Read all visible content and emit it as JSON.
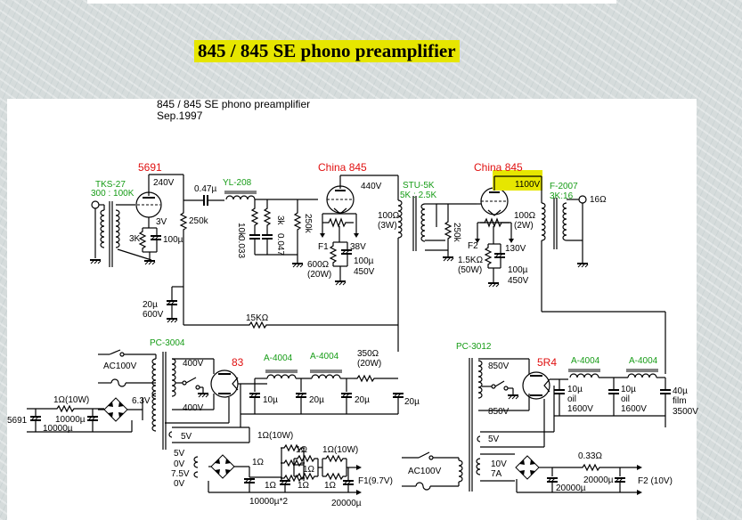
{
  "page_title": "845 / 845 SE phono preamplifier",
  "schematic": {
    "title": "845 / 845 SE phono preamplifier",
    "date": "Sep.1997",
    "highlight_color": "#e6e600",
    "tube_label_color": "#e01010",
    "transformer_label_color": "#169c16",
    "amp": {
      "input_transformer": {
        "model": "TKS-27",
        "ratio": "300 : 100K"
      },
      "tube1": {
        "name": "5691",
        "plate_v": "240V",
        "cathode_v": "3V",
        "rk": "3K",
        "ck": "100µ",
        "rg": "250k"
      },
      "coupling_cap": "0.47µ",
      "choke": "YL-208",
      "eq_r1": "10k",
      "eq_c1": "0.033",
      "eq_r2": "3k",
      "eq_c2": "0.047",
      "eq_rg": "250k",
      "tube2": {
        "name": "China 845",
        "plate_v": "440V",
        "filament": "F1",
        "bias_v": "38V",
        "rk": "600Ω",
        "rk_w": "(20W)",
        "ck": "100µ",
        "ck_v": "450V"
      },
      "hum_pot": "100Ω",
      "hum_pot_w": "(3W)",
      "interstage": {
        "model": "STU-5K",
        "ratio": "5K : 2.5K"
      },
      "rg3": "250k",
      "tube3": {
        "name": "China 845",
        "plate_v": "1100V",
        "filament": "F2",
        "bias_v": "130V",
        "rk": "1.5KΩ",
        "rk_w": "(50W)",
        "ck": "100µ",
        "ck_v": "450V"
      },
      "hum_pot2": "100Ω",
      "hum_pot2_w": "(2W)",
      "output_transformer": {
        "model": "F-2007",
        "ratio": "3K:16"
      },
      "output_label": "16Ω",
      "dec_cap": "20µ",
      "dec_cap_v": "600V",
      "dec_res": "15KΩ"
    },
    "psu1": {
      "transformer": "PC-3004",
      "ac": "AC100V",
      "sec_hi": "400V",
      "sec_lo": "400V",
      "heater": "6.3V",
      "rect_fil": "5V",
      "fil_out_hi": "5V",
      "fil_out_0": "0V",
      "fil_out_75": "7.5V",
      "fil_out_02": "0V",
      "rectifier": "83",
      "choke1": "A-4004",
      "choke2": "A-4004",
      "caps": [
        "10µ",
        "20µ",
        "20µ",
        "20µ"
      ],
      "res": "350Ω",
      "res_w": "(20W)",
      "tube1_supply": {
        "label": "5691",
        "r": "1Ω(10W)",
        "c1": "10000µ",
        "c2": "10000µ"
      },
      "f1_supply": {
        "r_top": "1Ω(10W)",
        "r_a": "1Ω",
        "r_b": "1Ω",
        "r_c": "1Ω",
        "r_d": "1Ω",
        "r_e": "1Ω(10W)",
        "r_f": "1Ω",
        "r_g": "1Ω",
        "c1": "10000µ*2",
        "c2": "20000µ",
        "out": "F1(9.7V)"
      }
    },
    "psu2": {
      "transformer": "PC-3012",
      "ac": "AC100V",
      "sec_hi": "850V",
      "sec_lo": "850V",
      "rect_fil": "5V",
      "fil": "10V",
      "fil_a": "7A",
      "rectifier": "5R4",
      "choke1": "A-4004",
      "choke2": "A-4004",
      "c1": "10µ",
      "c1_t": "oil",
      "c1_v": "1600V",
      "c2": "10µ",
      "c2_t": "oil",
      "c2_v": "1600V",
      "c3": "40µ",
      "c3_t": "film",
      "c3_v": "3500V",
      "f2_supply": {
        "r": "0.33Ω",
        "c1": "20000µ",
        "c2": "20000µ",
        "out": "F2 (10V)"
      }
    }
  }
}
